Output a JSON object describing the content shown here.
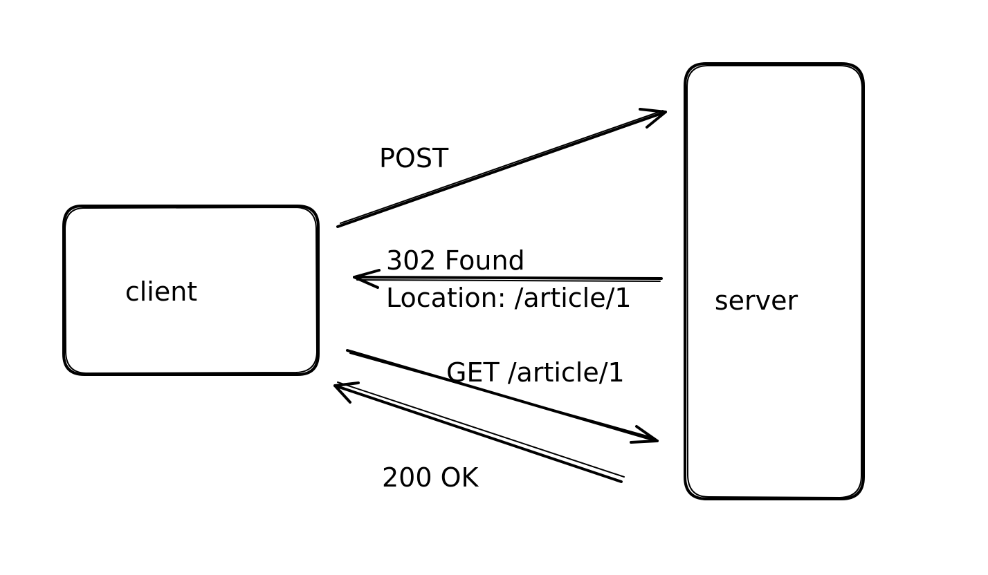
{
  "diagram": {
    "nodes": {
      "client": {
        "label": "client"
      },
      "server": {
        "label": "server"
      }
    },
    "messages": {
      "post": {
        "label": "POST",
        "from": "client",
        "to": "server"
      },
      "found": {
        "label_line1": "302 Found",
        "label_line2": "Location: /article/1",
        "from": "server",
        "to": "client"
      },
      "get": {
        "label": "GET /article/1",
        "from": "client",
        "to": "server"
      },
      "ok": {
        "label": "200 OK",
        "from": "server",
        "to": "client"
      }
    }
  }
}
